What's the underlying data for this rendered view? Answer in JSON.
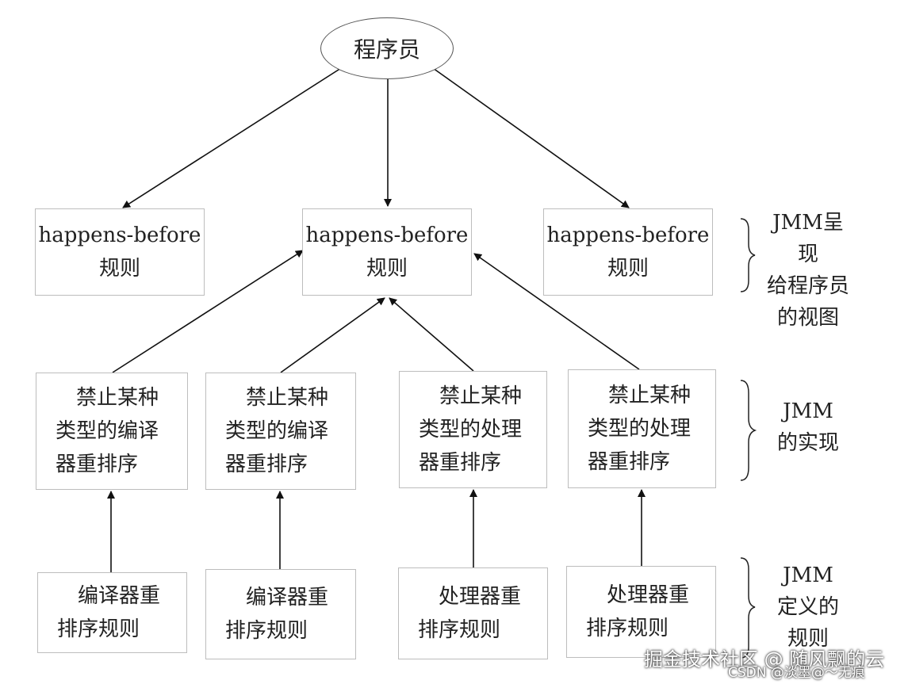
{
  "top": {
    "label": "程序员"
  },
  "rules_row": [
    {
      "line1": "happens-before",
      "line2": "规则"
    },
    {
      "line1": "happens-before",
      "line2": "规则"
    },
    {
      "line1": "happens-before",
      "line2": "规则"
    }
  ],
  "impl_row": [
    {
      "line1": "禁止某种",
      "line2": "类型的编译",
      "line3": "器重排序"
    },
    {
      "line1": "禁止某种",
      "line2": "类型的编译",
      "line3": "器重排序"
    },
    {
      "line1": "禁止某种",
      "line2": "类型的处理",
      "line3": "器重排序"
    },
    {
      "line1": "禁止某种",
      "line2": "类型的处理",
      "line3": "器重排序"
    }
  ],
  "def_row": [
    {
      "line1": "编译器重",
      "line2": "排序规则"
    },
    {
      "line1": "编译器重",
      "line2": "排序规则"
    },
    {
      "line1": "处理器重",
      "line2": "排序规则"
    },
    {
      "line1": "处理器重",
      "line2": "排序规则"
    }
  ],
  "side_labels": {
    "view": [
      "JMM呈现",
      "给程序员",
      "的视图"
    ],
    "impl": [
      "JMM",
      "的实现"
    ],
    "def": [
      "JMM",
      "定义的",
      "规则"
    ]
  },
  "watermark": {
    "line1": "掘金技术社区 @ 随风飘的云",
    "line2": "CSDN @淡墨@～无痕"
  }
}
